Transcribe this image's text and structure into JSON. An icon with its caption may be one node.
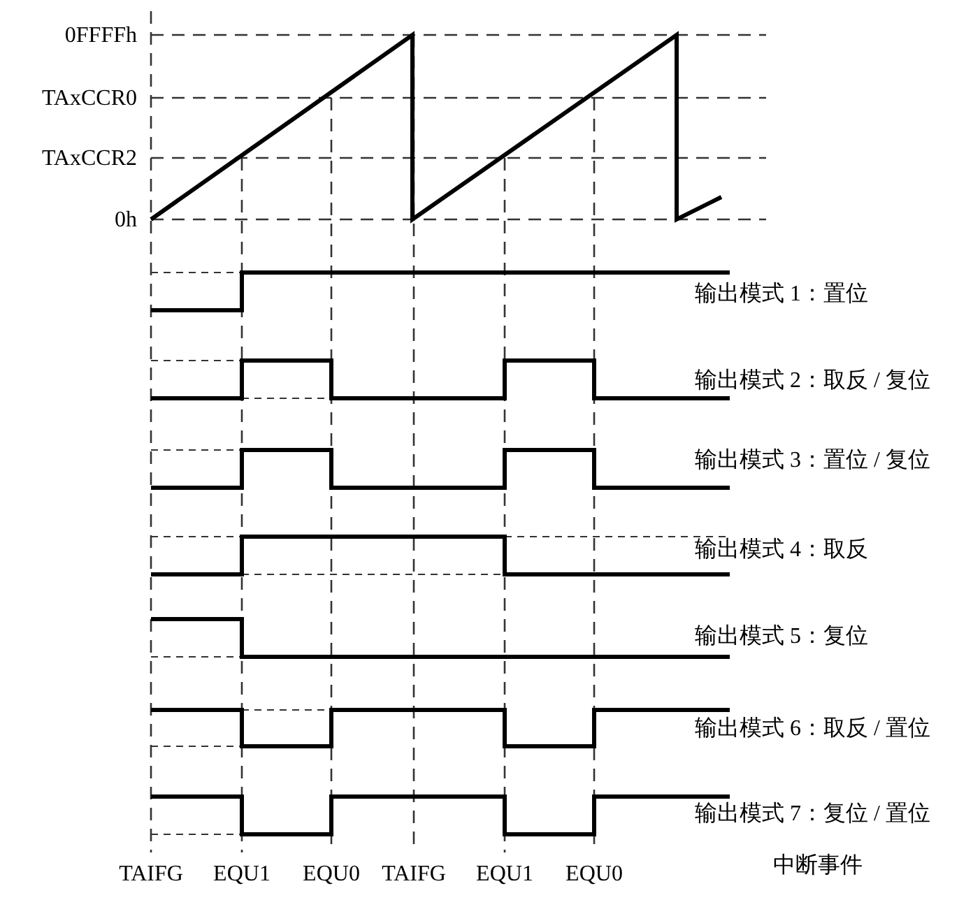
{
  "diagram": {
    "labels": [
      "0FFFFh",
      "TAxCCR0",
      "TAxCCR2",
      "0h",
      "输出模式 1：置位",
      "输出模式 2：取反 / 复位",
      "输出模式 3：置位 / 复位",
      "输出模式 4：取反",
      "输出模式 5：复位",
      "输出模式 6：取反 / 置位",
      "输出模式 7：复位 / 置位",
      "TAIFG",
      "EQU1",
      "EQU0",
      "TAIFG",
      "EQU1",
      "EQU0",
      "中断事件"
    ]
  }
}
